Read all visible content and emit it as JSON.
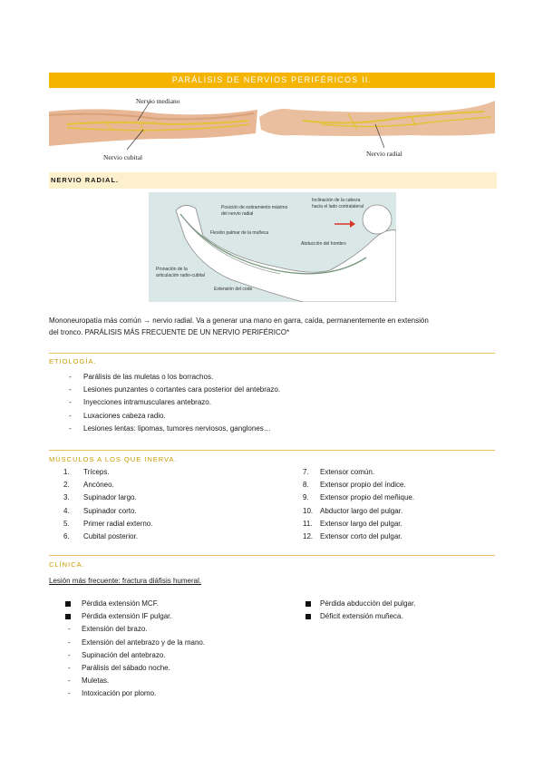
{
  "title": "PARÁLISIS DE NERVIOS PERIFÉRICOS II.",
  "figure1": {
    "label_median": "Nervio mediano",
    "label_ulnar": "Nervio cubital",
    "label_radial": "Nervio radial"
  },
  "section": {
    "heading": "NERVIO RADIAL."
  },
  "figure2": {
    "label_stretch": "Posición de estiramiento máximo",
    "label_stretch2": "del nervio radial",
    "label_head": "Inclinación de la cabeza",
    "label_head2": "hacia el lado contralateral",
    "label_wrist": "Flexión palmar de la muñeca",
    "label_abduct": "Abducción del hombro",
    "label_pronation": "Pronación de la",
    "label_pronation2": "articulación radio-cubital",
    "label_elbow": "Extensión del codo"
  },
  "intro": {
    "line1": "Mononeuropatía más común → nervio radial. Va a generar una mano en garra, caída, permanentemente en extensión",
    "line2": "del tronco. PARÁLISIS MÁS FRECUENTE DE UN NERVIO PERIFÉRICO*"
  },
  "etiologia": {
    "heading": "ETIOLOGÍA.",
    "items": [
      "Parálisis de las muletas o los borrachos.",
      "Lesiones punzantes o cortantes cara posterior del antebrazo.",
      "Inyecciones intramusculares antebrazo.",
      "Luxaciones cabeza radio.",
      "Lesiones lentas: lipomas, tumores nerviosos, ganglones…"
    ]
  },
  "musculos": {
    "heading": "MÚSCULOS A LOS QUE INERVA.",
    "left": [
      {
        "n": "1.",
        "t": "Tríceps."
      },
      {
        "n": "2.",
        "t": "Ancóneo."
      },
      {
        "n": "3.",
        "t": "Supinador largo."
      },
      {
        "n": "4.",
        "t": "Supinador corto."
      },
      {
        "n": "5.",
        "t": "Primer radial externo."
      },
      {
        "n": "6.",
        "t": "Cubital posterior."
      }
    ],
    "right": [
      {
        "n": "7.",
        "t": "Extensor común."
      },
      {
        "n": "8.",
        "t": "Extensor propio del índice."
      },
      {
        "n": "9.",
        "t": "Extensor propio del meñique."
      },
      {
        "n": "10.",
        "t": "Abductor largo del pulgar."
      },
      {
        "n": "11.",
        "t": "Extensor largo del pulgar."
      },
      {
        "n": "12.",
        "t": "Extensor corto del pulgar."
      }
    ]
  },
  "clinica": {
    "heading": "CLÍNICA.",
    "lesion": "Lesión más frecuente: fractura diáfisis humeral.",
    "left_square": [
      "Pérdida extensión MCF.",
      "Pérdida extensión IF pulgar."
    ],
    "left_dash": [
      "Extensión del brazo.",
      "Extensión del antebrazo y de la mano.",
      "Supinación del antebrazo.",
      "Parálisis del sábado noche.",
      "Muletas.",
      "Intoxicación por plomo."
    ],
    "right_square": [
      "Pérdida abducción del pulgar.",
      "Déficit extensión muñeca."
    ]
  }
}
